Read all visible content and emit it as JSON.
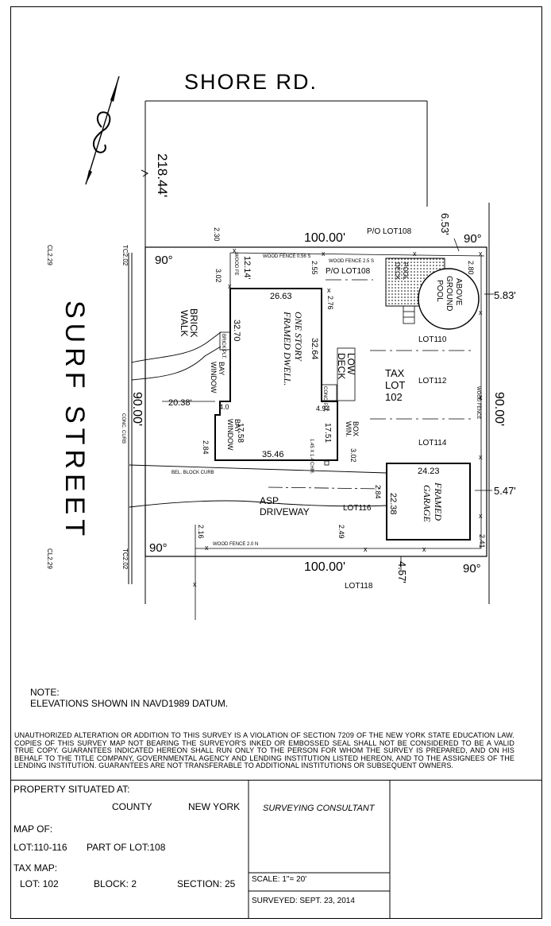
{
  "street_north": "SHORE RD.",
  "street_west": "SURF STREET",
  "dims": {
    "north_frontage": "218.44'",
    "top": "100.00'",
    "bottom": "100.00'",
    "left": "90.00'",
    "right": "90.00'",
    "angle_tl": "90°",
    "angle_tr": "90°",
    "angle_bl": "90°",
    "angle_br": "90°",
    "d_653": "6.53'",
    "d_583": "5.83'",
    "d_547": "5.47'",
    "d_457": "4.57'",
    "d_2038": "20.38'",
    "d_1214": "12.14'",
    "d_230": "2.30",
    "d_302a": "3.02",
    "d_255": "2.55",
    "d_276": "2.76",
    "d_280": "2.80",
    "d_284a": "2.84",
    "d_284b": "2.84",
    "d_302b": "3.02",
    "d_216": "2.16",
    "d_249": "2.49",
    "d_241": "2.41",
    "d_40": "4.0",
    "d_494": "4.94"
  },
  "house": {
    "label1": "ONE STORY",
    "label2": "FRAMED DWELL.",
    "top": "26.63",
    "left": "32.70",
    "right": "32.64",
    "bottom": "35.46",
    "box_depth": "17.51",
    "bay_depth": "17.58",
    "bay1": "BAY",
    "bay1b": "WINDOW",
    "bay2": "BAY",
    "bay2b": "WINDOW",
    "box_win1": "BOX",
    "box_win2": "WIN.",
    "chm": "1.45 X 1.4 CHM.",
    "brick_plt": "BRICK PLT.",
    "conc_plt": "CONC. PLT."
  },
  "garage": {
    "label1": "FRAMED",
    "label2": "GARAGE",
    "width": "24.23",
    "depth": "22.38"
  },
  "labels": {
    "lot108_a": "P/O LOT108",
    "lot108_b": "P/O LOT108",
    "lot110": "LOT110",
    "lot112": "LOT112",
    "lot114": "LOT114",
    "lot116": "LOT116",
    "lot118": "LOT118",
    "tax1": "TAX",
    "tax2": "LOT",
    "tax3": "102",
    "low1": "LOW",
    "low2": "DECK",
    "pool1": "ABOVE",
    "pool2": "GROUND",
    "pool3": "POOL",
    "pool_deck1": "POOL",
    "pool_deck2": "DECK",
    "brick1": "BRICK",
    "brick2": "WALK",
    "asp1": "ASP.",
    "asp2": "DRIVEWAY",
    "fence_top1": "WOOD FENCE 0.56 S",
    "fence_top2": "WOOD FENCE 2.5 S",
    "fence_left": "WOOD FE",
    "fence_right": "WOOD FENCE",
    "fence_bottom": "WOOD FENCE 2.0 N",
    "curb_bel": "BEL. BLOCK CURB",
    "curb_conc": "CONC. CURB",
    "tc_top": "TC2.02",
    "tc_bot": "TC2.02",
    "cl_top": "CL2.29",
    "cl_bot": "CL2.29"
  },
  "note": {
    "title": "NOTE:",
    "text": "ELEVATIONS SHOWN IN NAVD1989 DATUM."
  },
  "disclaimer": "UNAUTHORIZED ALTERATION OR ADDITION TO THIS SURVEY IS A VIOLATION OF SECTION 7209 OF THE NEW YORK STATE EDUCATION LAW. COPIES OF THIS SURVEY MAP NOT BEARING THE SURVEYOR'S INKED OR EMBOSSED SEAL SHALL NOT BE CONSIDERED TO BE A VALID TRUE COPY. GUARANTEES INDICATED HEREON SHALL RUN ONLY TO THE PERSON FOR WHOM THE SURVEY IS PREPARED, AND ON HIS BEHALF TO THE TITLE COMPANY, GOVERNMENTAL AGENCY AND LENDING INSTITUTION LISTED HEREON, AND TO THE ASSIGNEES OF THE LENDING INSTITUTION. GUARANTEES ARE NOT TRANSFERABLE TO ADDITIONAL INSTITUTIONS OR SUBSEQUENT OWNERS.",
  "title_block": {
    "situated": "PROPERTY SITUATED AT:",
    "county": "COUNTY",
    "state": "NEW YORK",
    "map_of": "MAP OF:",
    "lots": "LOT:110-116",
    "part_of": "PART OF LOT:108",
    "tax_map": "TAX MAP:",
    "lot": "LOT: 102",
    "block": "BLOCK: 2",
    "section": "SECTION: 25",
    "consultant": "SURVEYING CONSULTANT",
    "scale": "SCALE: 1\"= 20'",
    "surveyed": "SURVEYED: SEPT. 23, 2014"
  }
}
